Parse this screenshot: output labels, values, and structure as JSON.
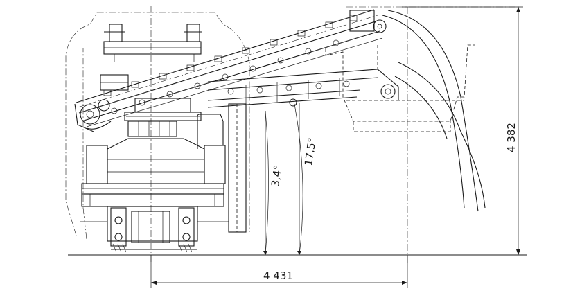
{
  "dimensions": {
    "overall_length": "4 431",
    "overall_height": "4 382",
    "angle_upper": "17,5°",
    "angle_lower": "3,4°"
  },
  "colors": {
    "line": "#1a1a1a",
    "background": "#ffffff"
  }
}
